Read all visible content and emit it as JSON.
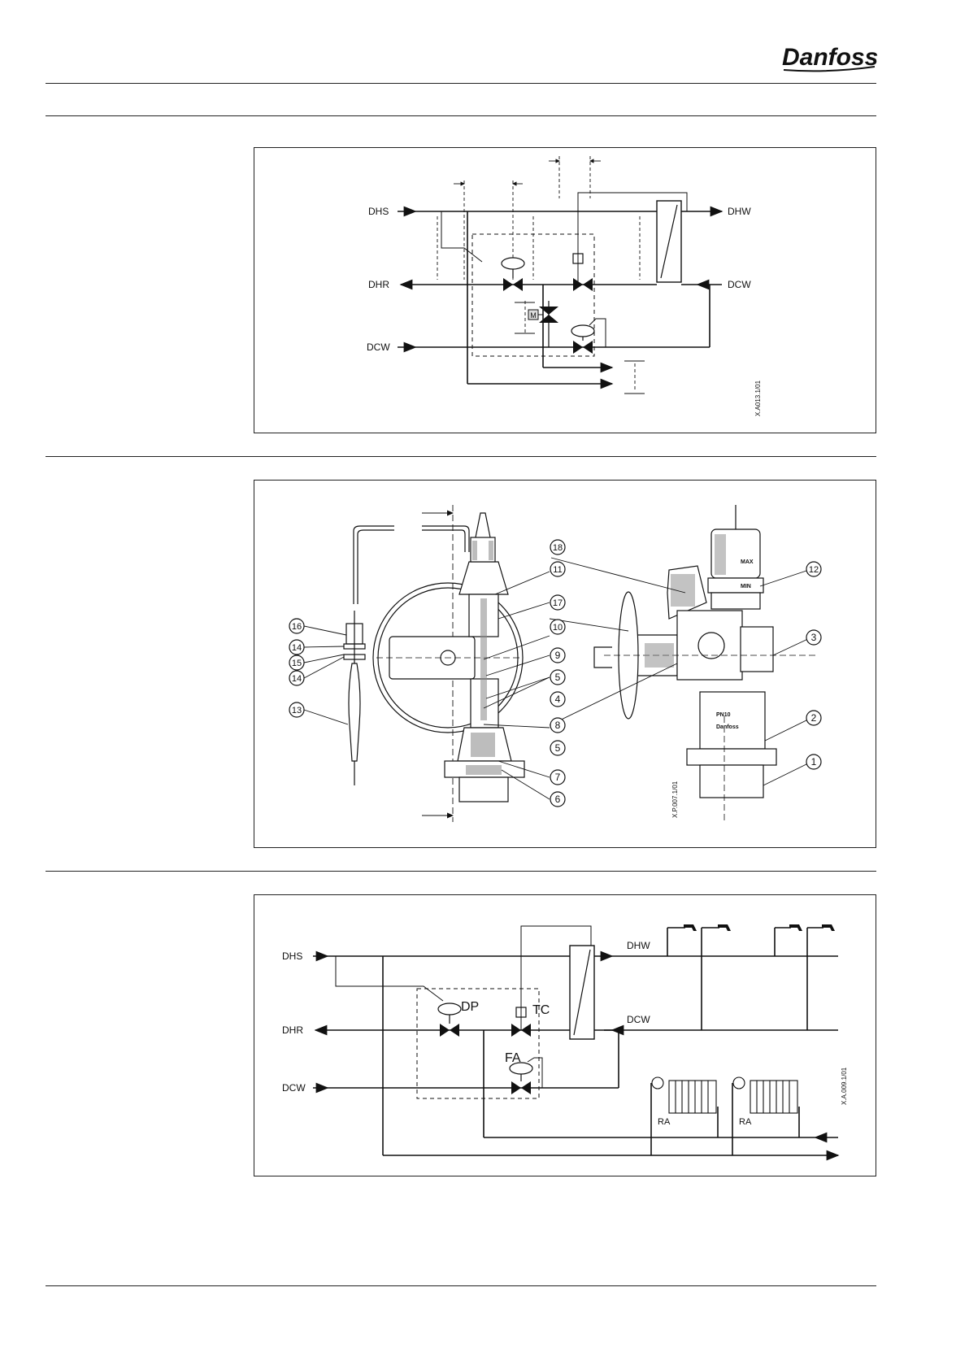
{
  "brand": {
    "logo_text": "Danfoss"
  },
  "figure1": {
    "labels": {
      "dhs": "DHS",
      "dhr": "DHR",
      "dcw_left": "DCW",
      "dhw": "DHW",
      "dcw_right": "DCW",
      "motor": "M"
    },
    "ref": "X.A013.1/01"
  },
  "figure2": {
    "callouts": [
      "1",
      "2",
      "3",
      "4",
      "5",
      "5",
      "6",
      "7",
      "8",
      "9",
      "10",
      "11",
      "12",
      "13",
      "14",
      "14",
      "15",
      "16",
      "17",
      "18"
    ],
    "body_markings": {
      "max": "MAX",
      "min": "MIN",
      "pn": "PN10",
      "brand": "Danfoss"
    },
    "ref": "X.P.007.1/01"
  },
  "figure3": {
    "labels": {
      "dhs": "DHS",
      "dhr": "DHR",
      "dcw_left": "DCW",
      "dhw": "DHW",
      "dcw_mid": "DCW",
      "dp": "DP",
      "tc": "TC",
      "fa": "FA",
      "ra1": "RA",
      "ra2": "RA"
    },
    "ref": "X.A.009.1/01"
  }
}
